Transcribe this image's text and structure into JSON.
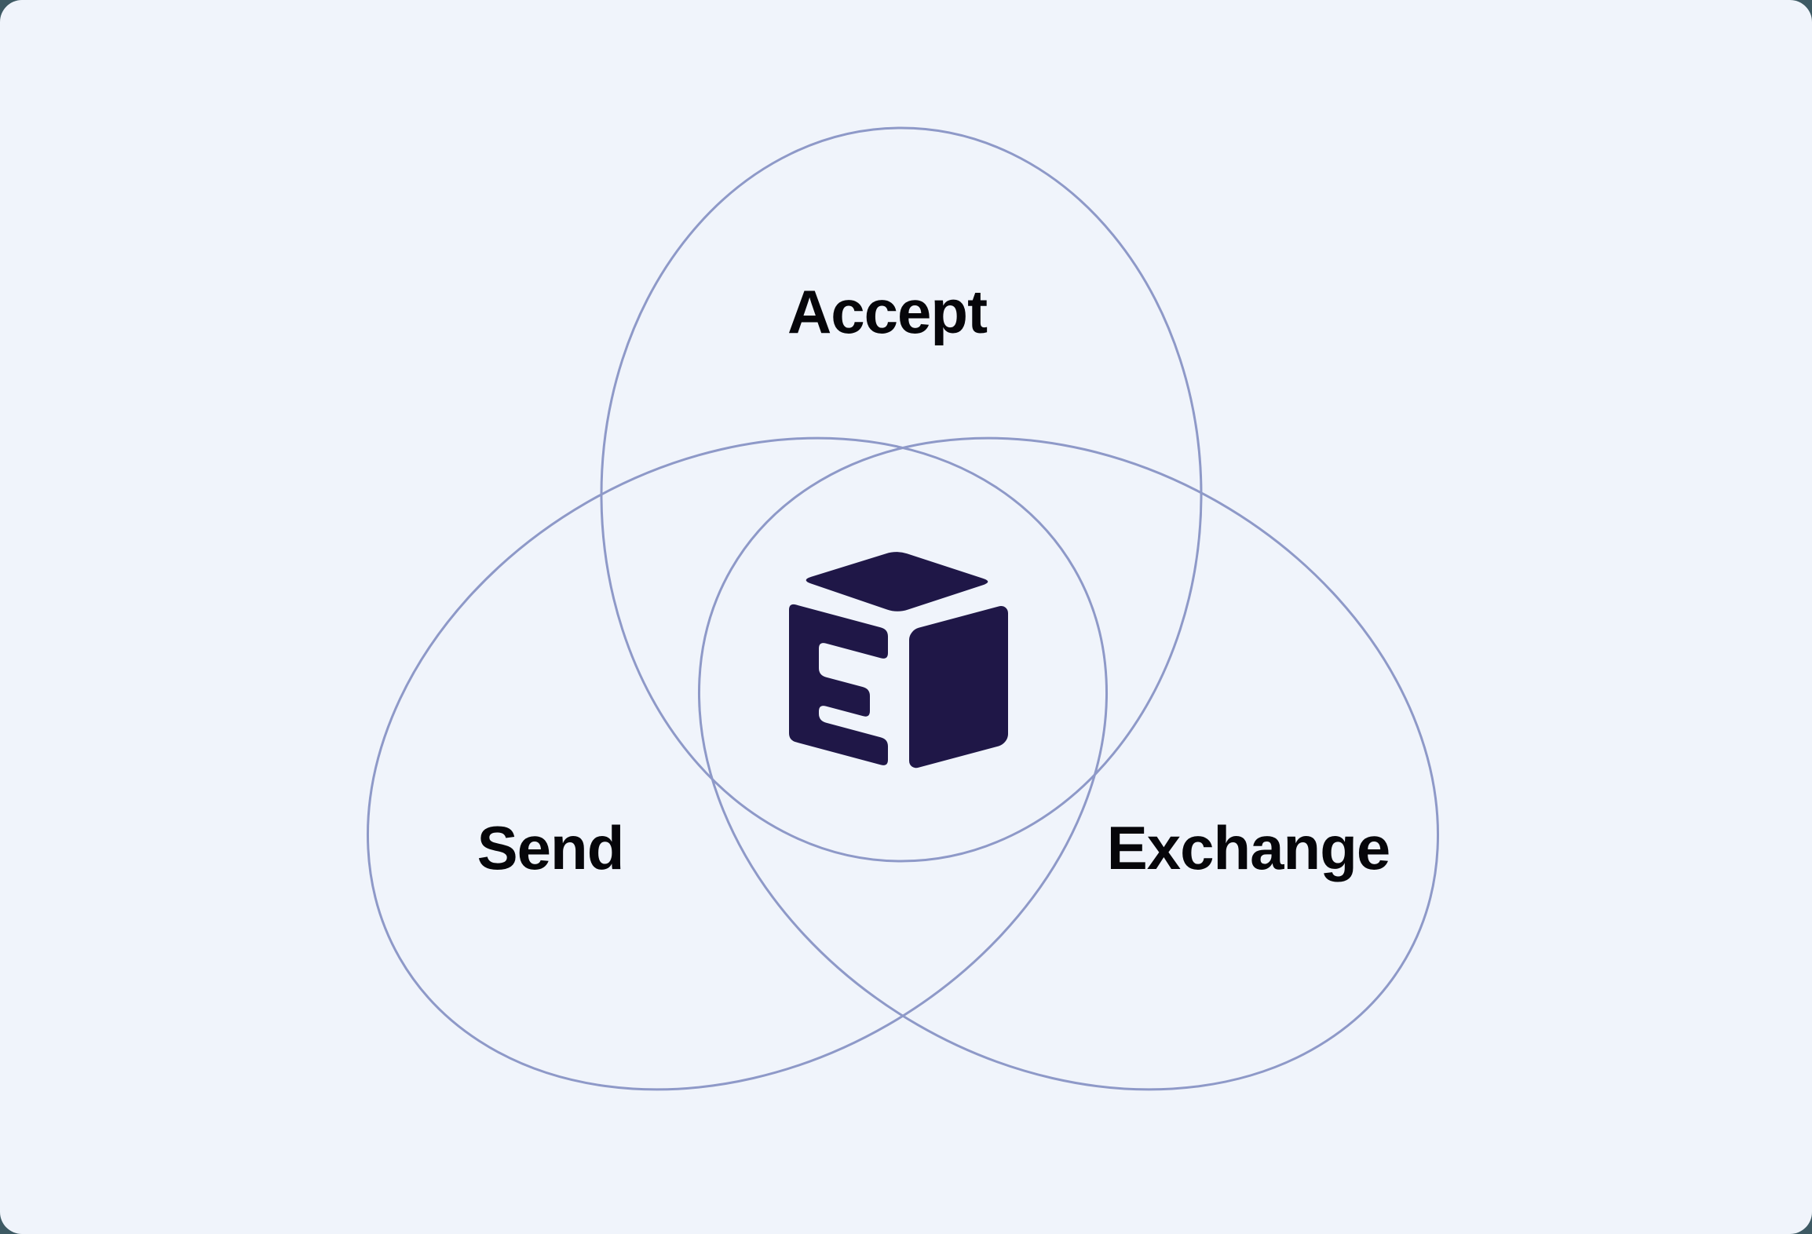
{
  "page": {
    "outside_color": "#3E5A64",
    "card_color": "#F0F4FB"
  },
  "diagram": {
    "type": "venn-trefoil",
    "stroke_color": "#8E99C8",
    "text_color": "#06060A",
    "labels": {
      "top": "Accept",
      "bottom_left": "Send",
      "bottom_right": "Exchange"
    },
    "logo": {
      "name": "cube-logo",
      "letter": "E",
      "color": "#1F1747"
    }
  }
}
